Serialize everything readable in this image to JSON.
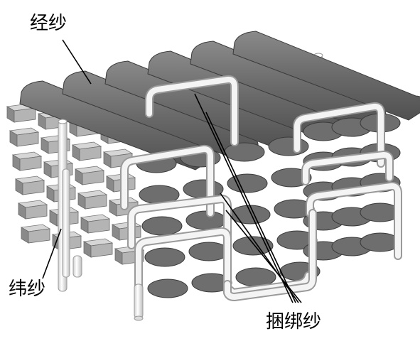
{
  "labels": {
    "warp": "经纱",
    "weft": "纬纱",
    "binder": "捆绑纱"
  },
  "colors": {
    "warp_fill": "#6e6e6e",
    "warp_edge": "#3a3a3a",
    "weft_front": "#b4b4b4",
    "weft_top": "#d6d6d6",
    "weft_side": "#8a8a8a",
    "binder_fill": "#f2f2f2",
    "binder_edge": "#9a9a9a",
    "leader": "#000000"
  }
}
